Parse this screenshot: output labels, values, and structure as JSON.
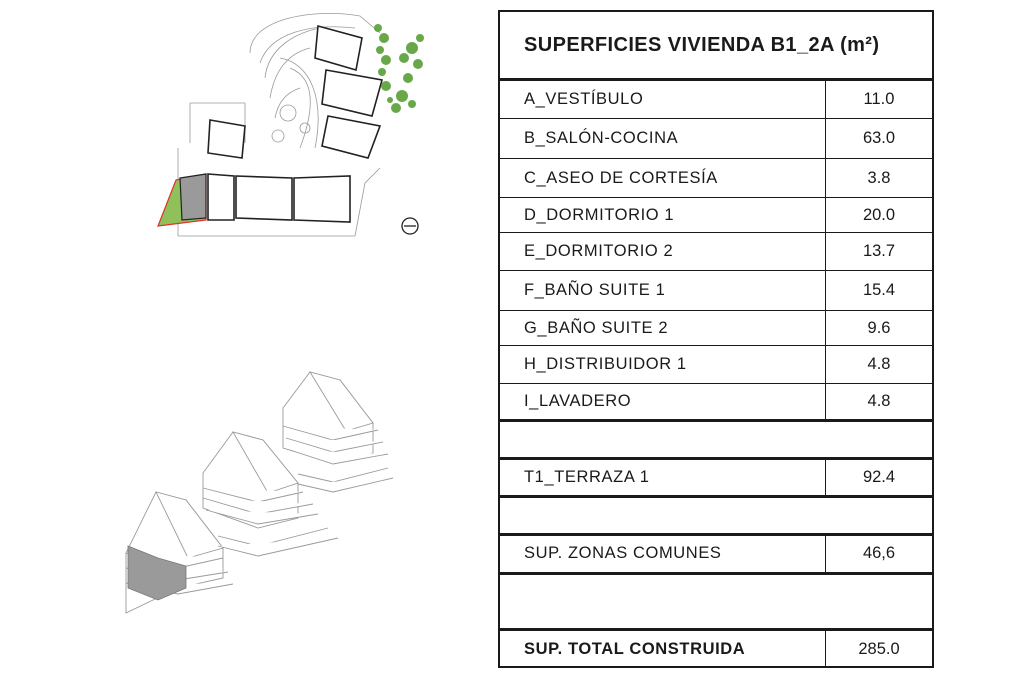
{
  "table": {
    "title": "SUPERFICIES VIVIENDA B1_2A (m²)",
    "rows": [
      {
        "label": "A_VESTÍBULO",
        "value": "11.0"
      },
      {
        "label": "B_SALÓN-COCINA",
        "value": "63.0"
      },
      {
        "label": "C_ASEO DE CORTESÍA",
        "value": "3.8"
      },
      {
        "label": "D_DORMITORIO 1",
        "value": "20.0"
      },
      {
        "label": "E_DORMITORIO 2",
        "value": "13.7"
      },
      {
        "label": "F_BAÑO SUITE 1",
        "value": "15.4"
      },
      {
        "label": "G_BAÑO SUITE 2",
        "value": "9.6"
      },
      {
        "label": "H_DISTRIBUIDOR 1",
        "value": "4.8"
      },
      {
        "label": "I_LAVADERO",
        "value": "4.8"
      }
    ],
    "terrace": {
      "label": "T1_TERRAZA 1",
      "value": "92.4"
    },
    "common": {
      "label": "SUP. ZONAS COMUNES",
      "value": "46,6"
    },
    "total": {
      "label": "SUP. TOTAL CONSTRUIDA",
      "value": "285.0"
    }
  },
  "colors": {
    "highlight_fill": "#8fc05a",
    "highlight_outline": "#e03030",
    "unit_fill": "#9a9a9a",
    "vegetation": "#4f9a2a"
  },
  "icons": {
    "north_marker": "north-arrow-icon"
  }
}
